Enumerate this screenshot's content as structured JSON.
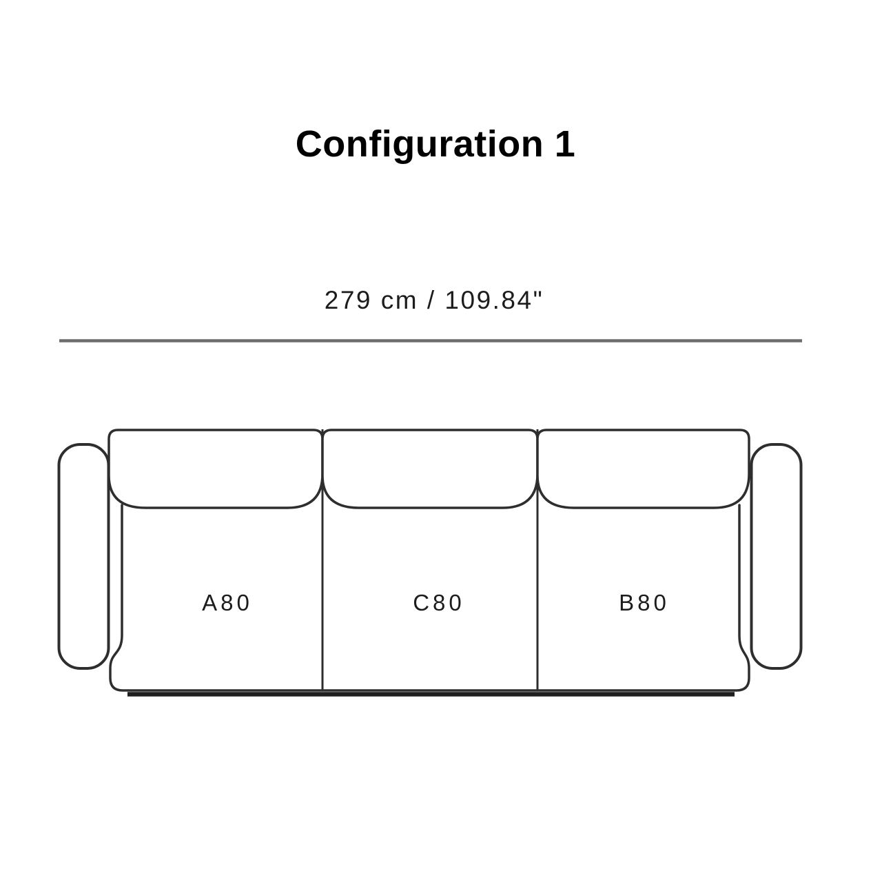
{
  "title": "Configuration 1",
  "dimension": {
    "label": "279 cm / 109.84\""
  },
  "sofa": {
    "modules": [
      {
        "label": "A80"
      },
      {
        "label": "C80"
      },
      {
        "label": "B80"
      }
    ]
  },
  "colors": {
    "outline": "#2e2e2e",
    "base_line": "#1f1f1f",
    "dimension_line": "#6d6d6d",
    "text": "#000000"
  }
}
